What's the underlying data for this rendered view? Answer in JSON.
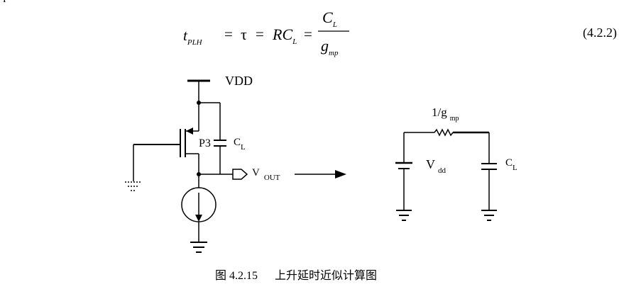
{
  "page": {
    "corner_mark": "I"
  },
  "equation": {
    "lhs_var": "t",
    "lhs_sub": "PLH",
    "eq1": "=",
    "tau": "τ",
    "eq2": "=",
    "rc": "RC",
    "rc_sub": "L",
    "eq3": "=",
    "numerator": "C",
    "numerator_sub": "L",
    "denominator": "g",
    "denominator_sub": "mp",
    "number": "(4.2.2)"
  },
  "left_circuit": {
    "vdd": "VDD",
    "transistor": "P3",
    "cap": "C",
    "cap_sub": "L",
    "out": "V",
    "out_sub": "OUT"
  },
  "right_circuit": {
    "resistor": "1/g",
    "resistor_sub": "mp",
    "source": "V",
    "source_sub": "dd",
    "cap": "C",
    "cap_sub": "L"
  },
  "caption": {
    "figure": "图 4.2.15",
    "title": "上升延时近似计算图"
  }
}
